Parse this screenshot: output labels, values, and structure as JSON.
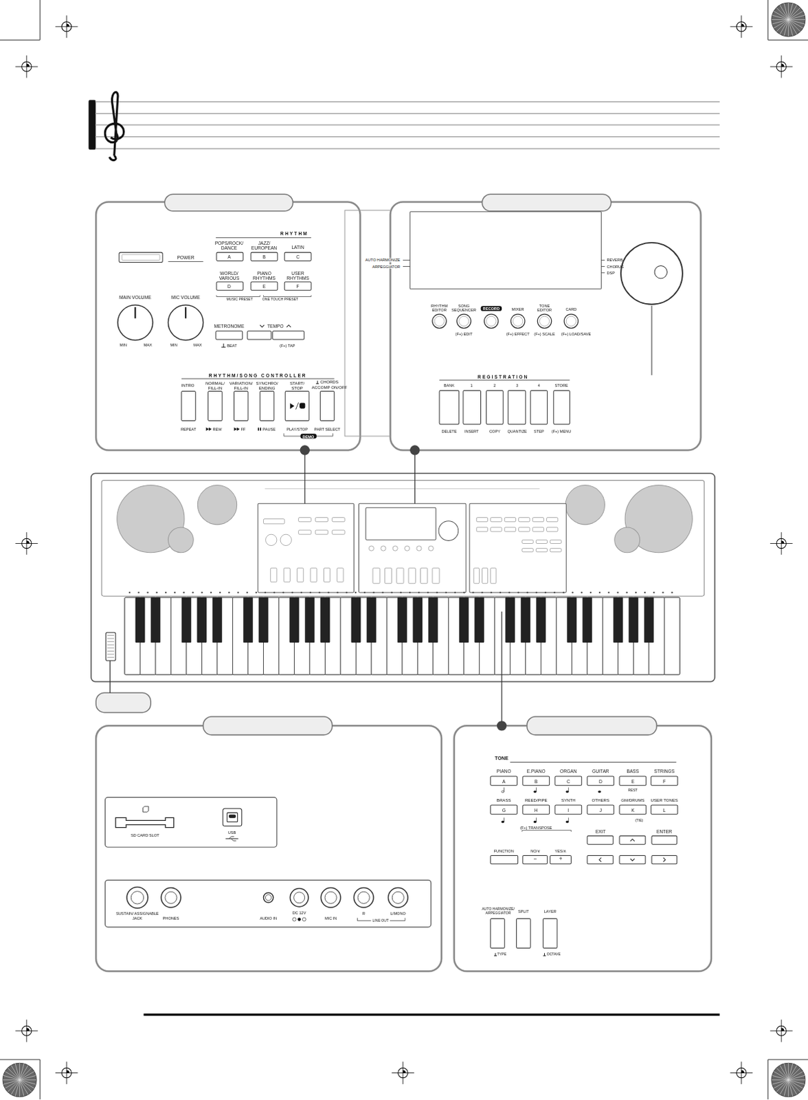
{
  "diagram": {
    "nodes": [
      {
        "text": [
          "POWER",
          "RHYTHM",
          "POPS/ROCK/ DANCE",
          "JAZZ/ EUROPEAN",
          "LATIN",
          "A",
          "B",
          "C",
          "WORLD/ VARIOUS",
          "PIANO RHYTHMS",
          "USER RHYTHMS",
          "D",
          "E",
          "F",
          "MUSIC PRESET",
          "ONE TOUCH PRESET",
          "MAIN VOLUME",
          "MIC VOLUME",
          "MIN",
          "MAX",
          "MIN",
          "MAX",
          "METRONOME",
          "TEMPO",
          "BEAT",
          "(F+) TAP",
          "RHYTHM/SONG CONTROLLER",
          "INTRO",
          "NORMAL/ FILL-IN",
          "VARIATION/ FILL-IN",
          "SYNCHRO/ ENDING",
          "START/ STOP",
          "CHORDS",
          "ACCOMP ON/OFF",
          "REPEAT",
          "REW",
          "FF",
          "PAUSE",
          "PLAY/STOP",
          "PART SELECT",
          "DEMO"
        ]
      },
      {
        "text": [
          "AUTO HARMONIZE",
          "ARPEGGIATOR",
          "REVERB",
          "CHORUS",
          "DSP",
          "RHYTHM EDITOR",
          "SONG SEQUENCER",
          "RECORD",
          "MIXER",
          "TONE EDITOR",
          "CARD",
          "(F+) EDIT",
          "(F+) EFFECT",
          "(F+) SCALE",
          "(F+) LOAD/SAVE",
          "REGISTRATION",
          "BANK",
          "1",
          "2",
          "3",
          "4",
          "STORE",
          "DELETE",
          "INSERT",
          "COPY",
          "QUANTIZE",
          "STEP",
          "(F+) MENU"
        ]
      },
      {
        "text": [
          "SD CARD SLOT",
          "USB"
        ]
      },
      {
        "text": [
          "SUSTAIN/ ASSIGNABLE JACK",
          "PHONES",
          "AUDIO IN",
          "DC 12V",
          "MIC IN",
          "R",
          "L/MONO",
          "LINE OUT"
        ]
      },
      {
        "text": [
          "TONE",
          "PIANO",
          "E.PIANO",
          "ORGAN",
          "GUITAR",
          "BASS",
          "STRINGS",
          "A",
          "B",
          "C",
          "D",
          "E",
          "F",
          "REST",
          "BRASS",
          "REED/PIPE",
          "SYNTH",
          "OTHERS",
          "GM/DRUMS",
          "USER TONES",
          "G",
          "H",
          "I",
          "J",
          "K",
          "L",
          "(TIE)",
          "(F+) TRANSPOSE",
          "EXIT",
          "ENTER",
          "FUNCTION",
          "NO/∨",
          "YES/∧",
          "−",
          "+",
          "AUTO HARMONIZE/ ARPEGGIATOR",
          "SPLIT",
          "LAYER",
          "TYPE",
          "OCTAVE"
        ]
      }
    ]
  }
}
